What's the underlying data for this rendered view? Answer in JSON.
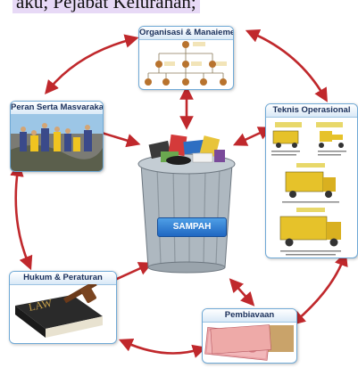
{
  "header_text": "aku;  Pejabat  Kelurahan;",
  "center": {
    "label": "SAMPAH"
  },
  "nodes": {
    "organisasi": {
      "title": "Organisasi & Manaiemen"
    },
    "peran": {
      "title": "Peran Serta Masvarakat"
    },
    "teknis": {
      "title": "Teknis Operasional"
    },
    "hukum": {
      "title": "Hukum & Peraturan",
      "book_text": "LAW"
    },
    "pembiayaan": {
      "title": "Pembiavaan"
    }
  },
  "colors": {
    "arrow": "#c0282c",
    "border": "#6fa9d6",
    "title_text": "#1a2f5a",
    "center_label_bg": "#2a78d6"
  }
}
